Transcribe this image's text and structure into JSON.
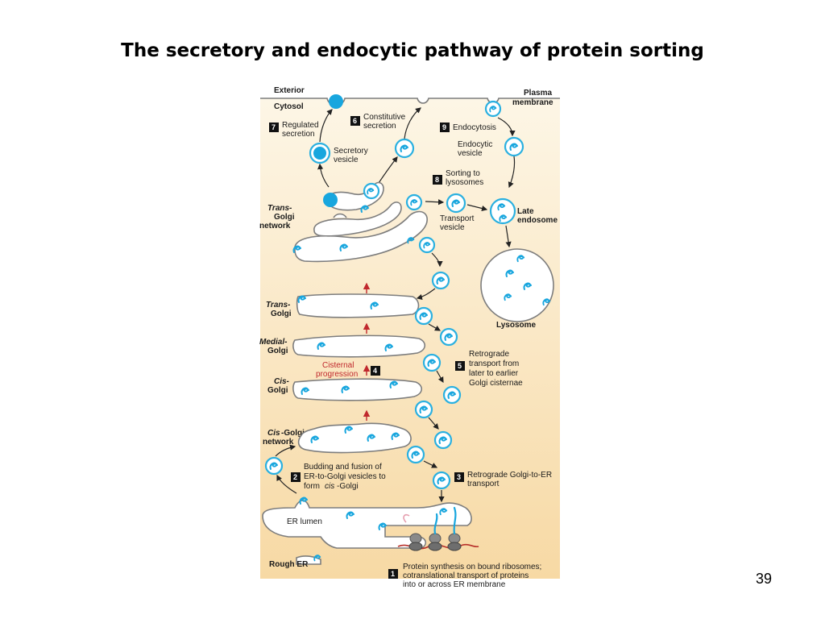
{
  "slide": {
    "title": "The secretory and endocytic pathway of protein sorting",
    "page_number": "39"
  },
  "diagram": {
    "regions": {
      "exterior": "Exterior",
      "cytosol": "Cytosol",
      "plasma_membrane_1": "Plasma",
      "plasma_membrane_2": "membrane"
    },
    "organelles": {
      "trans_golgi_network": {
        "line1_italic": "Trans-",
        "line2": "Golgi",
        "line3": "network"
      },
      "trans_golgi": {
        "line1_italic": "Trans-",
        "line2": "Golgi"
      },
      "medial_golgi": {
        "line1_italic": "Medial-",
        "line2": "Golgi"
      },
      "cis_golgi": {
        "line1_italic": "Cis-",
        "line2": "Golgi"
      },
      "cis_golgi_network": {
        "line1_italic": "Cis",
        "line1_rest": "-Golgi",
        "line2": "network"
      },
      "late_endosome_1": "Late",
      "late_endosome_2": "endosome",
      "lysosome": "Lysosome",
      "er_lumen": "ER lumen",
      "rough_er": "Rough ER"
    },
    "labels": {
      "secretory_vesicle_1": "Secretory",
      "secretory_vesicle_2": "vesicle",
      "endocytic_vesicle_1": "Endocytic",
      "endocytic_vesicle_2": "vesicle",
      "transport_vesicle_1": "Transport",
      "transport_vesicle_2": "vesicle",
      "cisternal_1": "Cisternal",
      "cisternal_2": "progression"
    },
    "steps": [
      {
        "num": "1",
        "line1": "Protein synthesis on bound ribosomes;",
        "line2": "cotranslational transport of proteins",
        "line3": "into or across ER membrane"
      },
      {
        "num": "2",
        "line1": "Budding and fusion of",
        "line2": "ER-to-Golgi vesicles to",
        "line3_pre": "form ",
        "line3_italic": "cis",
        "line3_post": "-Golgi"
      },
      {
        "num": "3",
        "line1": "Retrograde Golgi-to-ER",
        "line2": "transport"
      },
      {
        "num": "4"
      },
      {
        "num": "5",
        "line1": "Retrograde",
        "line2": "transport from",
        "line3": "later to earlier",
        "line4": "Golgi cisternae"
      },
      {
        "num": "6",
        "line1": "Constitutive",
        "line2": "secretion"
      },
      {
        "num": "7",
        "line1": "Regulated",
        "line2": "secretion"
      },
      {
        "num": "8",
        "line1": "Sorting to",
        "line2": "lysosomes"
      },
      {
        "num": "9",
        "line1": "Endocytosis"
      }
    ],
    "colors": {
      "background_top": "#fdf6e6",
      "background_bottom": "#f7d9a4",
      "membrane": "#7d7d7d",
      "protein": "#18a6de",
      "cisternal_arrow": "#c0282d",
      "mrna": "#b8302a"
    }
  }
}
